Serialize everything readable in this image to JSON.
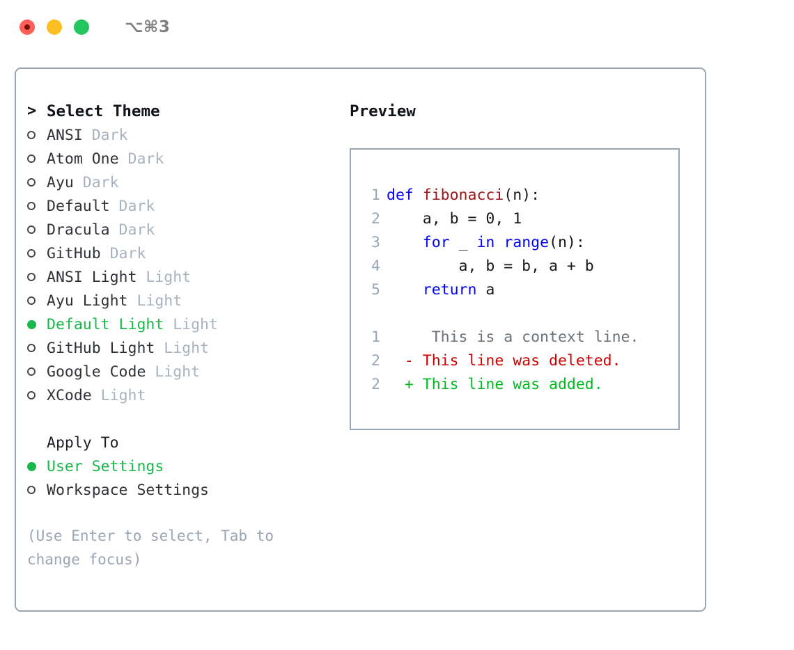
{
  "window": {
    "shortcut_label": "⌥⌘3",
    "traffic_lights": [
      {
        "name": "close",
        "color": "#ff5f57"
      },
      {
        "name": "minimize",
        "color": "#fbbf24"
      },
      {
        "name": "maximize",
        "color": "#22c55e"
      }
    ]
  },
  "colors": {
    "border": "#9aa5b5",
    "selected_green": "#18b84a",
    "muted": "#a9b2bf",
    "hint": "#9aa5b5",
    "keyword_blue": "#0000ff",
    "function_red": "#a31515",
    "diff_deleted": "#cc0000",
    "diff_added": "#00bb22",
    "line_number": "#9aa5b5"
  },
  "theme_list": {
    "header_caret": ">",
    "header_label": "Select Theme",
    "items": [
      {
        "label": "ANSI",
        "tag": "Dark",
        "selected": false
      },
      {
        "label": "Atom One",
        "tag": "Dark",
        "selected": false
      },
      {
        "label": "Ayu",
        "tag": "Dark",
        "selected": false
      },
      {
        "label": "Default",
        "tag": "Dark",
        "selected": false
      },
      {
        "label": "Dracula",
        "tag": "Dark",
        "selected": false
      },
      {
        "label": "GitHub",
        "tag": "Dark",
        "selected": false
      },
      {
        "label": "ANSI Light",
        "tag": "Light",
        "selected": false
      },
      {
        "label": "Ayu Light",
        "tag": "Light",
        "selected": false
      },
      {
        "label": "Default Light",
        "tag": "Light",
        "selected": true
      },
      {
        "label": "GitHub Light",
        "tag": "Light",
        "selected": false
      },
      {
        "label": "Google Code",
        "tag": "Light",
        "selected": false
      },
      {
        "label": "XCode",
        "tag": "Light",
        "selected": false
      }
    ]
  },
  "apply_to": {
    "header_label": "Apply To",
    "items": [
      {
        "label": "User Settings",
        "selected": true
      },
      {
        "label": "Workspace Settings",
        "selected": false
      }
    ]
  },
  "hint": {
    "text": "(Use Enter to select, Tab to change focus)"
  },
  "preview": {
    "title": "Preview",
    "code_lines": [
      {
        "num": "1",
        "tokens": [
          {
            "t": "def ",
            "c": "kw"
          },
          {
            "t": "fibonacci",
            "c": "fn"
          },
          {
            "t": "(n):",
            "c": "pl"
          }
        ]
      },
      {
        "num": "2",
        "tokens": [
          {
            "t": "    a, b = 0, 1",
            "c": "pl"
          }
        ]
      },
      {
        "num": "3",
        "tokens": [
          {
            "t": "    ",
            "c": "pl"
          },
          {
            "t": "for",
            "c": "kw"
          },
          {
            "t": " _ ",
            "c": "pl"
          },
          {
            "t": "in",
            "c": "kw"
          },
          {
            "t": " ",
            "c": "pl"
          },
          {
            "t": "range",
            "c": "kw"
          },
          {
            "t": "(n):",
            "c": "pl"
          }
        ]
      },
      {
        "num": "4",
        "tokens": [
          {
            "t": "        a, b = b, a + b",
            "c": "pl"
          }
        ]
      },
      {
        "num": "5",
        "tokens": [
          {
            "t": "    ",
            "c": "pl"
          },
          {
            "t": "return",
            "c": "kw"
          },
          {
            "t": " a",
            "c": "pl"
          }
        ]
      }
    ],
    "diff_lines": [
      {
        "num": "1",
        "marker": " ",
        "text": "  This is a context line.",
        "kind": "ctx"
      },
      {
        "num": "2",
        "marker": "-",
        "text": " This line was deleted.",
        "kind": "del"
      },
      {
        "num": "2",
        "marker": "+",
        "text": " This line was added.",
        "kind": "add"
      }
    ]
  }
}
